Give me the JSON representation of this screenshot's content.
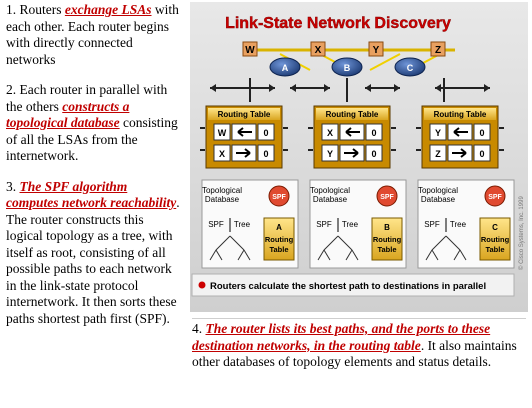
{
  "left_column": [
    {
      "num": "1.",
      "pre": " Routers ",
      "highlight": "exchange LSAs",
      "post": " with each other. Each router begins with directly connected networks"
    },
    {
      "num": "2.",
      "pre": " Each router in parallel with the others ",
      "highlight": "constructs a topological database",
      "post": " consisting of all the LSAs from the internetwork."
    },
    {
      "num": "3.",
      "pre": " ",
      "highlight": "The SPF algorithm computes network reachability",
      "post": ". The router constructs this logical topology as a tree, with itself as root, consisting of all possible paths to each network in the link-state protocol internetwork. It then sorts these paths shortest path first (SPF)."
    }
  ],
  "note4": {
    "num": "4.",
    "pre": " ",
    "highlight": "The router lists its best paths, and the ports to these destination networks, in the routing table",
    "post": ". It also maintains other databases of topology elements and status details."
  },
  "diagram": {
    "title": "Link-State Network Discovery",
    "networks": [
      "W",
      "X",
      "Y",
      "Z"
    ],
    "routers": [
      "A",
      "B",
      "C"
    ],
    "routing_table_label": "Routing Table",
    "tables": [
      {
        "rows": [
          [
            "W",
            "0"
          ],
          [
            "X",
            "0"
          ]
        ]
      },
      {
        "rows": [
          [
            "X",
            "0"
          ],
          [
            "Y",
            "0"
          ]
        ]
      },
      {
        "rows": [
          [
            "Y",
            "0"
          ],
          [
            "Z",
            "0"
          ]
        ]
      }
    ],
    "topo_label_1": "Topological",
    "topo_label_2": "Database",
    "spf_label": "SPF",
    "tree_label": "Tree",
    "routing_label": "Routing",
    "table_label": "Table",
    "caption": "Routers calculate the shortest path to destinations in parallel",
    "copyright": "© Cisco Systems, Inc. 1999",
    "colors": {
      "title": "#cc0000",
      "network": "#e8a060",
      "router": "#2a4d8a",
      "panel": "#dcdcdc",
      "table": "#f2c94c",
      "caption_bullet": "#cc0000"
    }
  }
}
